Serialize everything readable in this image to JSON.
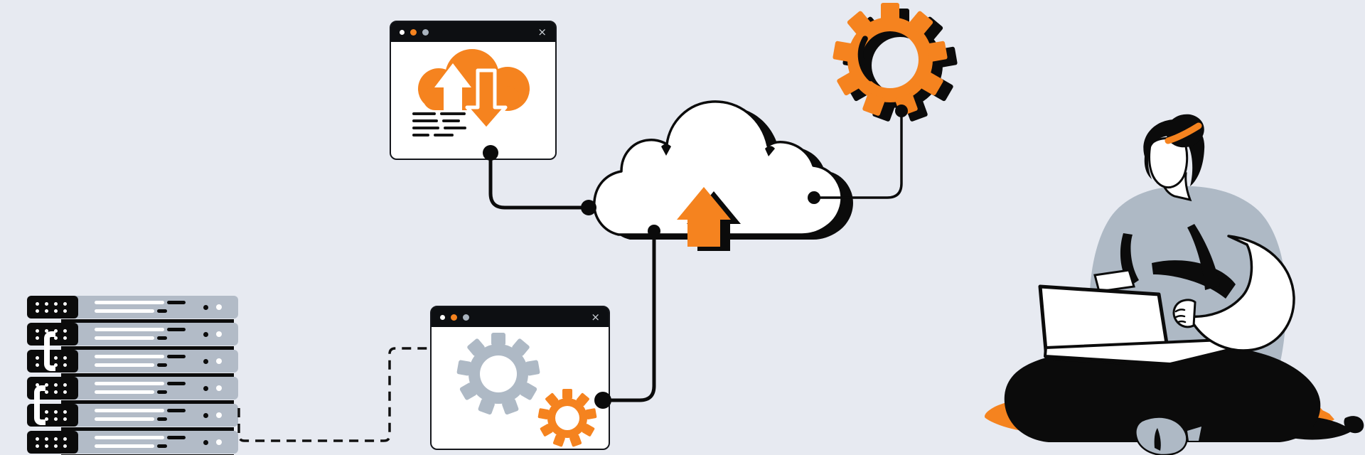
{
  "illustration": {
    "theme": "cloud computing and data sync",
    "palette": {
      "background": "#E7EAF1",
      "accent_orange": "#F5831F",
      "neutral_gray": "#AEB9C5",
      "server_gray": "#B2BBC7",
      "ink": "#0B0B0B",
      "white": "#FFFFFF"
    },
    "server_rack": {
      "unit_count": 6,
      "vent_dots_per_unit": 8,
      "data_bars_per_unit": 2,
      "led_colors": [
        "#0B0B0B",
        "#FFFFFF"
      ],
      "cable_connectors": 2
    },
    "app_window_sync": {
      "titlebar_dot_colors": [
        "#FFFFFF",
        "#F5831F",
        "#A9B3BE"
      ],
      "close_glyph": "×",
      "icon": "cloud-sync-arrows-icon",
      "text_placeholder_rows": 4
    },
    "app_window_settings": {
      "titlebar_dot_colors": [
        "#FFFFFF",
        "#F5831F",
        "#A9B3BE"
      ],
      "close_glyph": "×",
      "icons": [
        "gear-large-gray-icon",
        "gear-small-orange-icon"
      ]
    },
    "cloud_node": {
      "icon": "cloud-upload-icon",
      "connection_points": 3
    },
    "gear_node": {
      "icon": "gear-orange-icon",
      "connection_points": 1
    },
    "links": {
      "solid_count": 3,
      "dashed_count": 1
    },
    "person": {
      "description": "person sitting cross-legged on an orange cushion working on a laptop",
      "hair_accessory_color": "#F5831F",
      "shirt_color": "#AEB9C5",
      "cushion_color": "#F5831F",
      "laptop_color": "#FFFFFF"
    }
  }
}
